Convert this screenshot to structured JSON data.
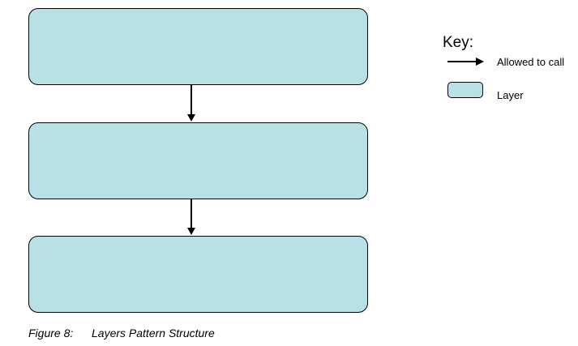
{
  "diagram": {
    "layers": [
      {
        "label": ""
      },
      {
        "label": ""
      },
      {
        "label": ""
      }
    ],
    "connections": [
      {
        "from": 0,
        "to": 1,
        "type": "allowed-to-call"
      },
      {
        "from": 1,
        "to": 2,
        "type": "allowed-to-call"
      }
    ]
  },
  "key": {
    "title": "Key:",
    "arrow_label": "Allowed to call",
    "layer_label": "Layer"
  },
  "caption": {
    "figure_number": "Figure 8:",
    "title": "Layers Pattern Structure"
  },
  "colors": {
    "layer_fill": "#b9e0e4",
    "stroke": "#000000"
  }
}
